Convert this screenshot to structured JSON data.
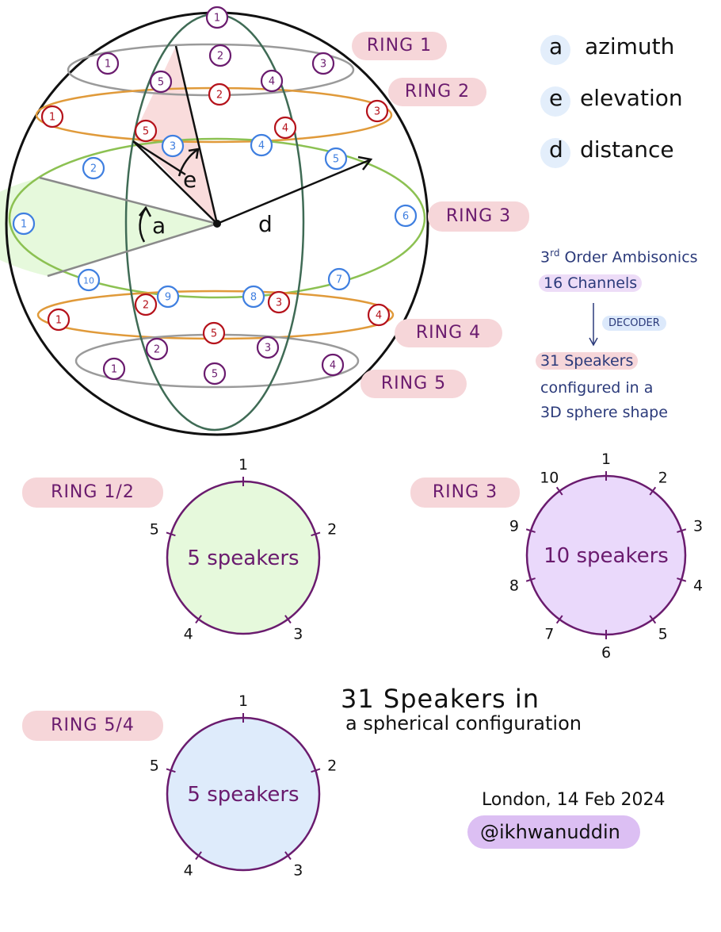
{
  "rings": {
    "ring1": "RING 1",
    "ring2": "RING 2",
    "ring3": "RING 3",
    "ring4": "RING 4",
    "ring5": "RING 5"
  },
  "legend": [
    {
      "letter": "a",
      "word": "azimuth"
    },
    {
      "letter": "e",
      "word": "elevation"
    },
    {
      "letter": "d",
      "word": "distance"
    }
  ],
  "sphere_labels": {
    "a": "a",
    "e": "e",
    "d": "d"
  },
  "sphere_speakers": {
    "ring1": [
      "1",
      "2",
      "3",
      "4",
      "5"
    ],
    "ring2": [
      "1",
      "2",
      "3",
      "4",
      "5"
    ],
    "ring3": [
      "1",
      "2",
      "3",
      "4",
      "5",
      "6",
      "7",
      "8",
      "9",
      "10"
    ],
    "ring4": [
      "1",
      "2",
      "3",
      "4",
      "5"
    ],
    "ring5": [
      "1",
      "2",
      "3",
      "4",
      "5"
    ],
    "top": "1"
  },
  "ambisonics": {
    "line1_main": "3",
    "line1_sup": "rd",
    "line1_rest": " Order Ambisonics",
    "line2": "16 Channels",
    "decoder": "DECODER",
    "line3": "31 Speakers",
    "line4": "configured in a",
    "line5": "3D sphere shape"
  },
  "small_rings": [
    {
      "tag": "RING 1/2",
      "center_label": "5 speakers",
      "ticks": [
        "1",
        "2",
        "3",
        "4",
        "5"
      ],
      "fill": "#e6f9dc"
    },
    {
      "tag": "RING 3",
      "center_label": "10 speakers",
      "ticks": [
        "1",
        "2",
        "3",
        "4",
        "5",
        "6",
        "7",
        "8",
        "9",
        "10"
      ],
      "fill": "#ead9fb"
    },
    {
      "tag": "RING 5/4",
      "center_label": "5 speakers",
      "ticks": [
        "1",
        "2",
        "3",
        "4",
        "5"
      ],
      "fill": "#deebfb"
    }
  ],
  "title_line1": "31 Speakers in",
  "title_line2": "a spherical configuration",
  "place_date": "London, 14 Feb 2024",
  "handle": "@ikhwanuddin",
  "colors": {
    "red_speaker": "#b5121b",
    "blue_speaker": "#3f7fe0",
    "purple_speaker": "#6a1b6e",
    "ring_grey": "#9a9a9a",
    "ring_orange": "#e09a3a",
    "ring_green": "#8cc152",
    "meridian": "#3f6b55",
    "ring_outline": "#6a1b6e",
    "pill_pink": "#f6d6d9"
  }
}
